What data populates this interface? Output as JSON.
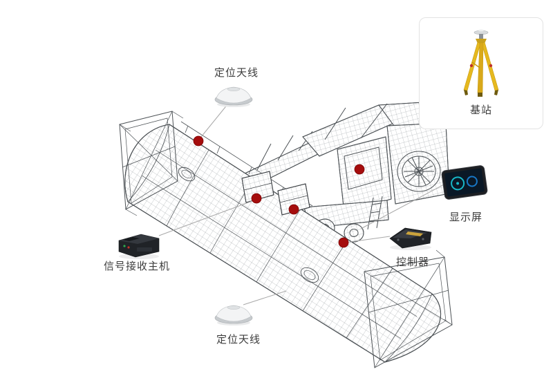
{
  "labels": {
    "antenna_top": "定位天线",
    "antenna_bottom": "定位天线",
    "base_station": "基站",
    "display": "显示屏",
    "controller": "控制器",
    "receiver": "信号接收主机"
  },
  "colors": {
    "marker": "#a50d0d",
    "marker_edge": "#7c0606",
    "connector_line": "#a8a8a8",
    "wireframe": "#4b5054",
    "mesh": "#848a90",
    "tripod_yellow": "#e6b91e",
    "panel_border": "#e3e3e3",
    "label_text": "#3c3c3c",
    "screen_teal": "#18b8c8",
    "screen_blue": "#1878c8"
  },
  "icons": {
    "antenna": "gnss-antenna-icon",
    "base_station": "survey-tripod-icon",
    "display": "display-screen-icon",
    "controller": "controller-device-icon",
    "receiver": "receiver-host-icon"
  }
}
